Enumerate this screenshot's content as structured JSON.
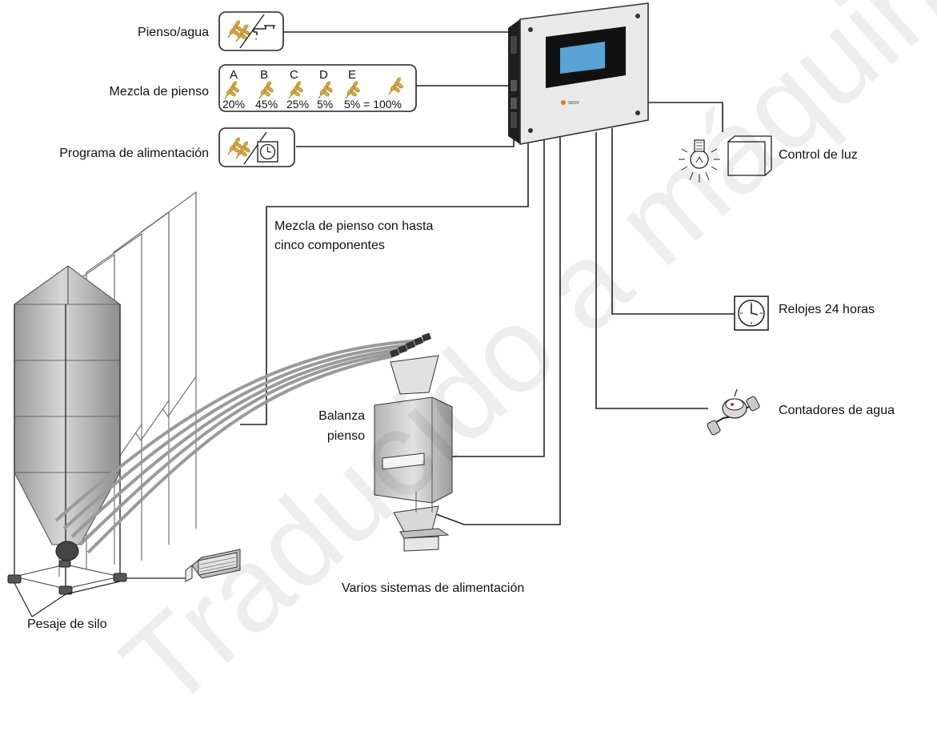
{
  "labels": {
    "feed_water": "Pienso/agua",
    "feed_mix": "Mezcla de pienso",
    "feeding_program": "Programa de alimentación",
    "mix_components_line1": "Mezcla de pienso con hasta",
    "mix_components_line2": "cinco componentes",
    "light_control": "Control de luz",
    "clocks": "Relojes 24 horas",
    "water_meters": "Contadores de agua",
    "scale_line1": "Balanza",
    "scale_line2": "pienso",
    "feeding_systems": "Varios sistemas de alimentación",
    "silo_weighing": "Pesaje de silo"
  },
  "mix_box": {
    "letters": [
      "A",
      "B",
      "C",
      "D",
      "E"
    ],
    "percents": [
      "20%",
      "45%",
      "25%",
      "5%",
      "5% = 100%"
    ]
  },
  "controller": {
    "brand": "SKOV"
  },
  "watermark": "Traducido a máquina",
  "icons": [
    "wheat-icon",
    "faucet-icon",
    "clock-icon",
    "light-bulb-icon",
    "water-meter-icon"
  ]
}
